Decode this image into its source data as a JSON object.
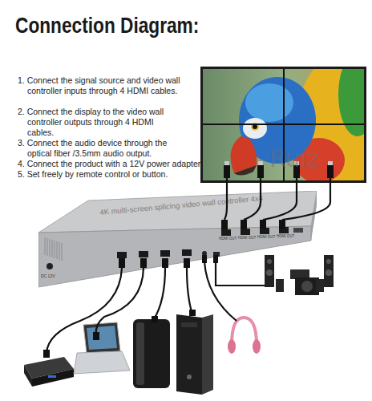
{
  "diagram": {
    "title": "Connection Diagram:",
    "nodes": [
      {
        "text": [
          "4K multi-screen splicing video wall controller 4x4",
          "DC 12V",
          "HDMI OUT",
          "HDMI OUT",
          "HDMI OUT",
          "HDMI OUT"
        ]
      }
    ],
    "labels": [
      "1. Connect the signal source and video wall controller inputs through 4 HDMI cables.",
      "2. Connect the display to the video wall controller outputs through 4 HDMI cables.",
      "3. Connect the audio device through the optical fiber /3.5mm audio output.",
      "4. Connect the product with a 12V power adapter.",
      "5. Set freely by remote control or button.",
      "Ruiz"
    ]
  }
}
